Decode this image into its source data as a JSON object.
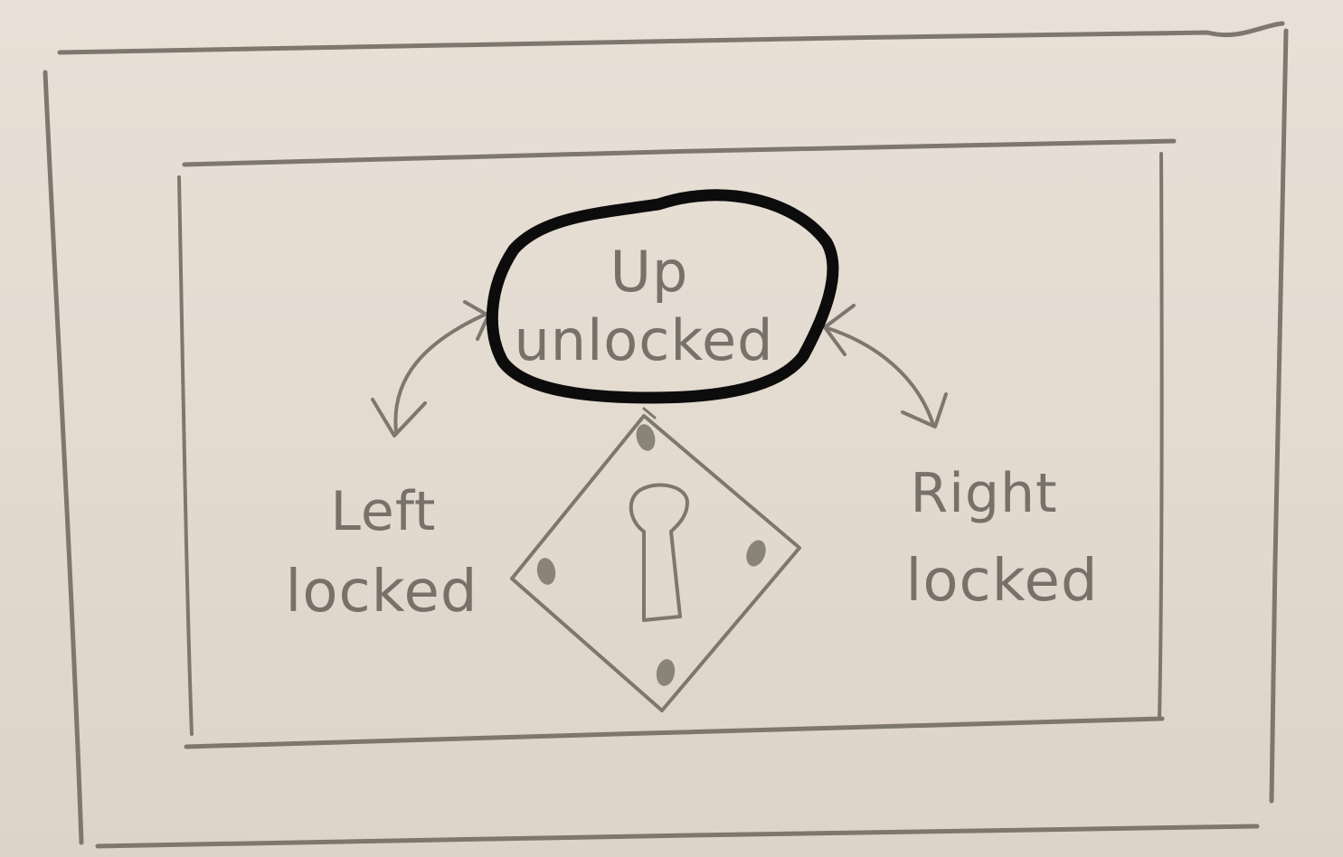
{
  "states": {
    "up": {
      "direction": "Up",
      "status": "unlocked",
      "highlighted": true
    },
    "left": {
      "direction": "Left",
      "status": "locked"
    },
    "right": {
      "direction": "Right",
      "status": "locked"
    }
  },
  "lock": {
    "icon": "keyhole-lock-icon"
  },
  "colors": {
    "paper": "#e6ddd2",
    "pencil": "#7d776e",
    "highlight": "#0c0c0c"
  }
}
